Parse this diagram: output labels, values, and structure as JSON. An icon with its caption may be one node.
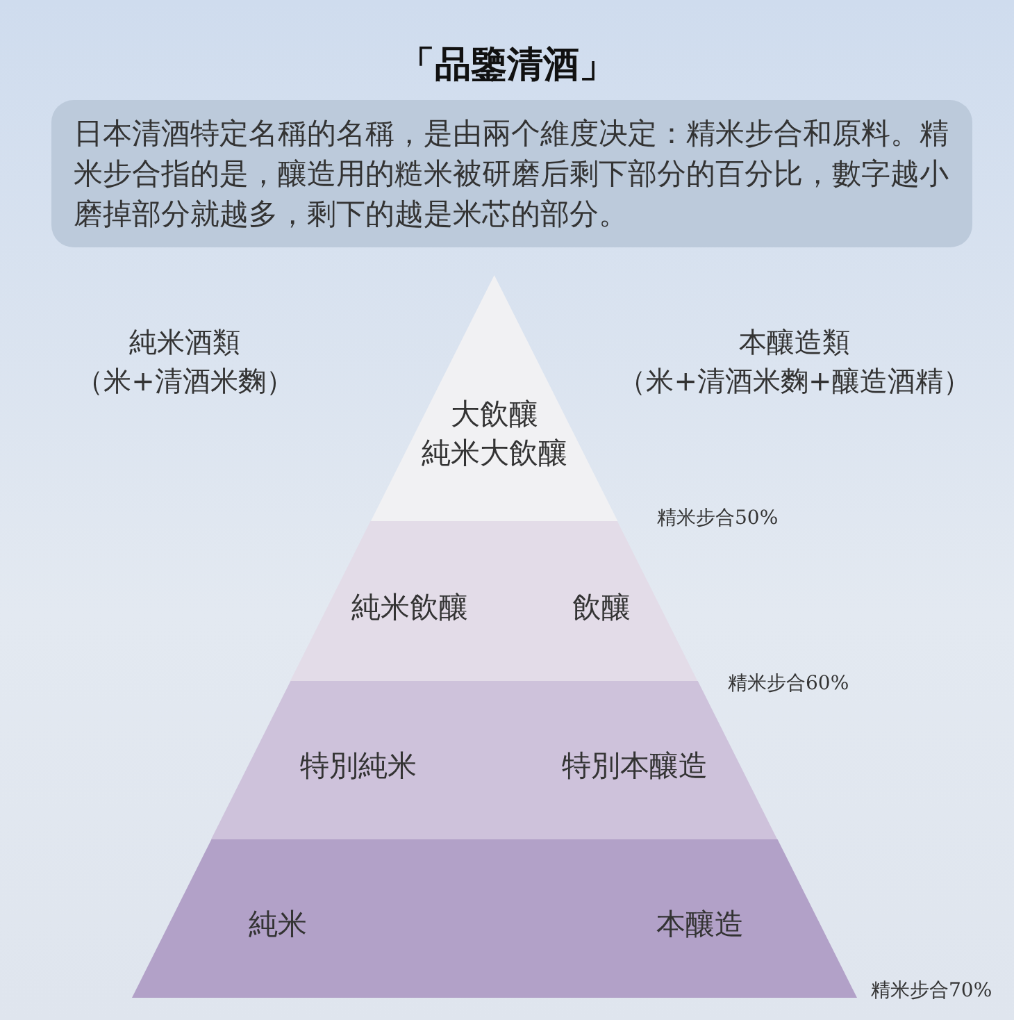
{
  "diagram": {
    "title": "「品鑒清酒」",
    "nodes": [
      {
        "text": [
          "日本清酒特定名稱的名稱，是由兩个維度决定：精米步合和原料。精米步合指的是，釀造用的糙米被研磨后剩下部分的百分比，數字越小磨掉部分就越多，剩下的越是米芯的部分。"
        ]
      },
      {
        "text": [
          "大飲釀",
          "純米大飲釀"
        ]
      },
      {
        "text": [
          "純米飲釀",
          "飲釀"
        ]
      },
      {
        "text": [
          "特別純米",
          "特別本釀造"
        ]
      },
      {
        "text": [
          "純米",
          "本釀造"
        ]
      }
    ],
    "edges": [],
    "labels": [
      "純米酒類",
      "本釀造類",
      "（米+清酒米麴）",
      "（米+清酒米麴+釀造酒精）",
      "精米步合50%",
      "精米步合60%",
      "精米步合70%"
    ]
  }
}
